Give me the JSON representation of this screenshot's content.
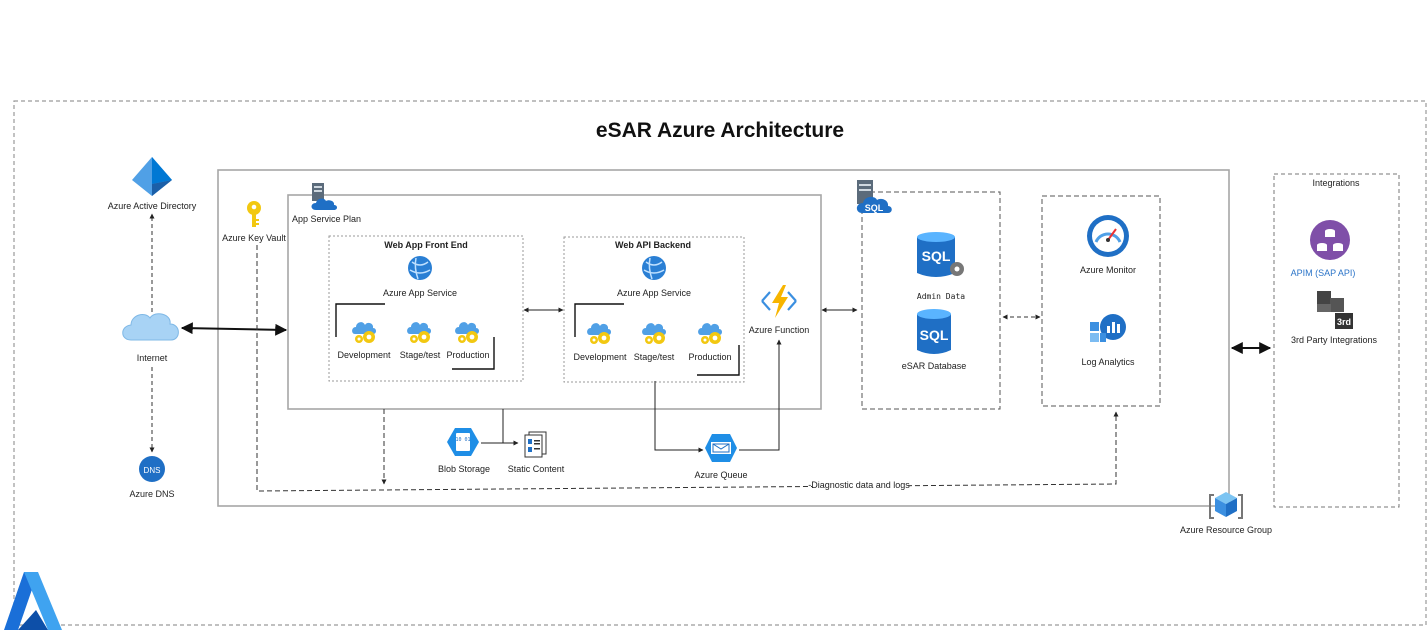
{
  "title": "eSAR Azure Architecture",
  "identity": {
    "aad": "Azure Active Directory",
    "key_vault": "Azure Key Vault",
    "internet": "Internet",
    "dns_icon_text": "DNS",
    "dns": "Azure DNS"
  },
  "app_service_plan": {
    "label": "App Service Plan",
    "front_end": {
      "title": "Web App Front End",
      "service": "Azure App Service",
      "slots": [
        "Development",
        "Stage/test",
        "Production"
      ]
    },
    "backend": {
      "title": "Web API Backend",
      "service": "Azure App Service",
      "slots": [
        "Development",
        "Stage/test",
        "Production"
      ]
    },
    "function": "Azure Function"
  },
  "storage": {
    "blob": "Blob Storage",
    "blob_icon_text": "10 01",
    "static": "Static Content",
    "queue": "Azure Queue"
  },
  "data": {
    "sql_icon_text": "SQL",
    "admin": "Admin Data",
    "database": "eSAR Database"
  },
  "monitoring": {
    "monitor": "Azure Monitor",
    "log_analytics": "Log Analytics",
    "diagnostic": "-Diagnostic data and logs"
  },
  "integrations": {
    "title": "Integrations",
    "apim": "APIM (SAP API)",
    "third_party": "3rd Party Integrations",
    "third_party_badge": "3rd"
  },
  "resource_group": "Azure Resource Group",
  "colors": {
    "azure_blue": "#0078d4",
    "light_blue": "#50a0e6",
    "apim_purple": "#7f4fa8",
    "function_yellow": "#f7b500",
    "gear_yellow": "#f2c811",
    "link_blue": "#2b74c8"
  }
}
